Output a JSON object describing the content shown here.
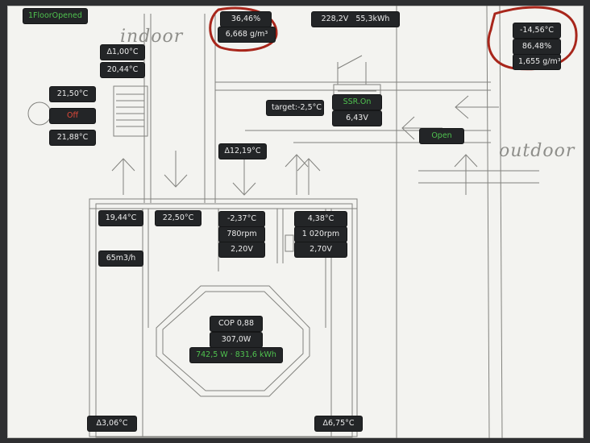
{
  "header": {
    "floor_status": "1FloorOpened"
  },
  "labels": {
    "indoor": "indoor",
    "outdoor": "outdoor"
  },
  "indoor_humidity": {
    "rh": "36,46%",
    "abs": "6,668 g/m³"
  },
  "power_meter": {
    "voltage": "228,2V",
    "energy": "55,3kWh"
  },
  "outdoor_sensor": {
    "temp": "-14,56°C",
    "rh": "86,48%",
    "abs": "1,655 g/m³"
  },
  "room_panel": {
    "delta": "Δ1,00°C",
    "room_temp": "20,44°C"
  },
  "heater": {
    "temp_top": "21,50°C",
    "state": "Off",
    "temp_bottom": "21,88°C"
  },
  "ssr": {
    "target": "target:-2,5°C",
    "state": "SSR.On",
    "voltage": "6,43V"
  },
  "damper": {
    "state": "Open"
  },
  "supply_delta": "Δ12,19°C",
  "unit": {
    "extract_temp": "19,44°C",
    "supply_temp": "22,50°C",
    "flow": "65m3/h",
    "fan_exhaust": {
      "temp": "-2,37°C",
      "rpm": "780rpm",
      "volt": "2,20V"
    },
    "fan_intake": {
      "temp": "4,38°C",
      "rpm": "1 020rpm",
      "volt": "2,70V"
    },
    "core": {
      "cop": "COP 0,88",
      "power": "307,0W",
      "heat": "742,5 W · 831,6 kWh"
    },
    "delta_left": "Δ3,06°C",
    "delta_right": "Δ6,75°C"
  },
  "colors": {
    "chip_bg": "#232527",
    "chip_text": "#ececec",
    "ok": "#4fc24f",
    "alert": "#e2493a",
    "annotation": "#a8261b"
  }
}
